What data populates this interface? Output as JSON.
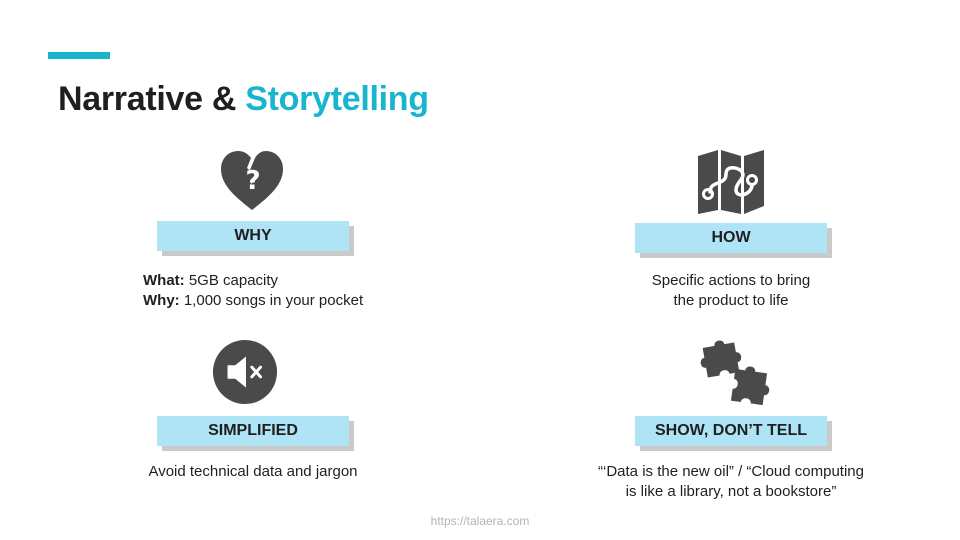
{
  "slide": {
    "title_part1": "Narrative & ",
    "title_part2": "Storytelling",
    "accent_color": "#19b5cf",
    "footer": "https://talaera.com"
  },
  "quadrants": [
    {
      "icon": "broken-heart-question-icon",
      "label": "WHY",
      "lines": [
        {
          "bold": "What:",
          "text": " 5GB capacity"
        },
        {
          "bold": "Why:",
          "text": " 1,000 songs in your pocket"
        }
      ]
    },
    {
      "icon": "map-route-icon",
      "label": "HOW",
      "lines": [
        {
          "text": "Specific actions to bring"
        },
        {
          "text": "the product to life"
        }
      ]
    },
    {
      "icon": "speaker-mute-icon",
      "label": "SIMPLIFIED",
      "lines": [
        {
          "text": "Avoid technical data and jargon"
        }
      ]
    },
    {
      "icon": "puzzle-pieces-icon",
      "label": "SHOW, DON’T TELL",
      "lines": [
        {
          "text": "“‘Data is the new oil” / “Cloud computing"
        },
        {
          "text": "is like a library, not a bookstore”"
        }
      ]
    }
  ]
}
